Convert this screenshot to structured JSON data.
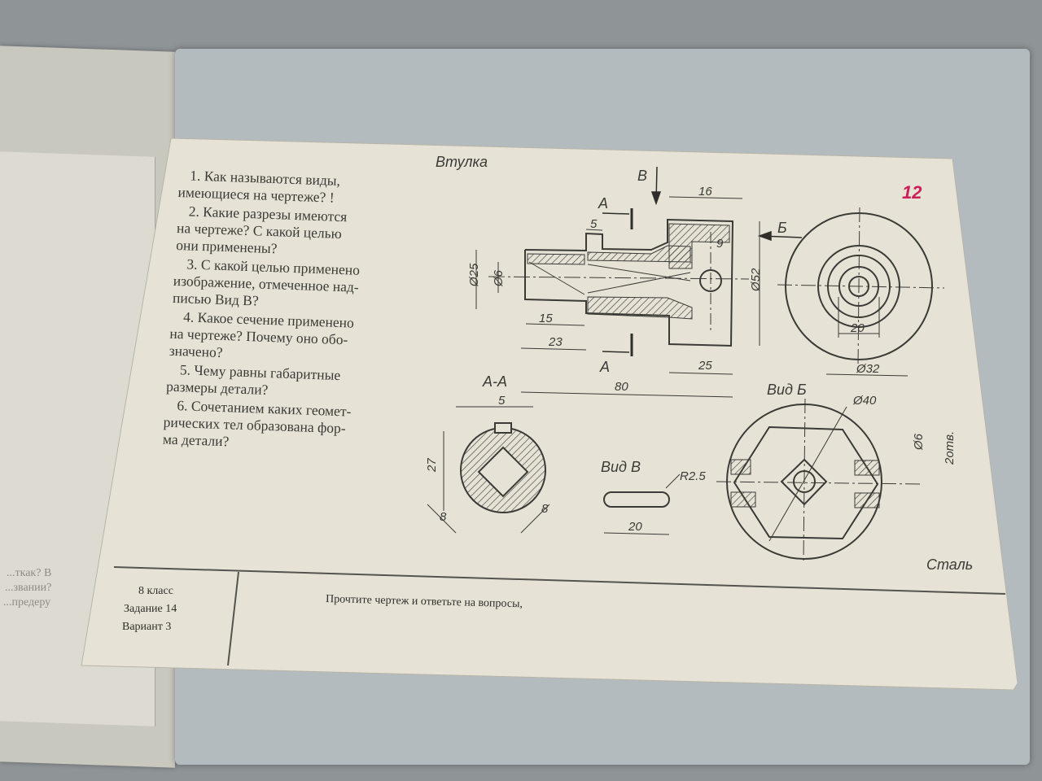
{
  "title": "Втулка",
  "page_number": "12",
  "questions": [
    "1. Как называются виды,",
    "имеющиеся на чертеже? !",
    "2. Какие разрезы имеются",
    "на чертеже? С какой целью",
    "они применены?",
    "3. С какой целью применено",
    "изображение, отмеченное над-",
    "писью Вид В?",
    "4. Какое сечение применено",
    "на чертеже? Почему оно обо-",
    "значено?",
    "5. Чему равны габаритные",
    "размеры детали?",
    "6. Сочетанием каких геомет-",
    "рических тел образована фор-",
    "ма детали?"
  ],
  "drawing": {
    "view_b_arrow": "В",
    "section_a": "А",
    "section_b": "Б",
    "section_aa": "А-А",
    "view_b_label": "Вид Б",
    "view_v_label": "Вид В",
    "material": "Сталь",
    "dims": {
      "d25": "Ø25",
      "d6": "Ø6",
      "l5": "5",
      "l16": "16",
      "l9": "9",
      "d52": "Ø52",
      "l15": "15",
      "l23": "23",
      "l25": "25",
      "l80": "80",
      "l20_front": "20",
      "d32": "Ø32",
      "d40": "Ø40",
      "d6_holes": "Ø6",
      "holes_count": "2отв.",
      "aa_5": "5",
      "aa_27": "27",
      "aa_8a": "8",
      "aa_8b": "8",
      "r25": "R2.5",
      "slot_20": "20"
    }
  },
  "footer": {
    "grade": "8 класс",
    "task": "Задание 14",
    "variant": "Вариант 3",
    "instruction": "Прочтите чертеж и ответьте на вопросы,"
  },
  "left_page_fragments": [
    "...ткак? В",
    "...звании?",
    "...предеру"
  ]
}
